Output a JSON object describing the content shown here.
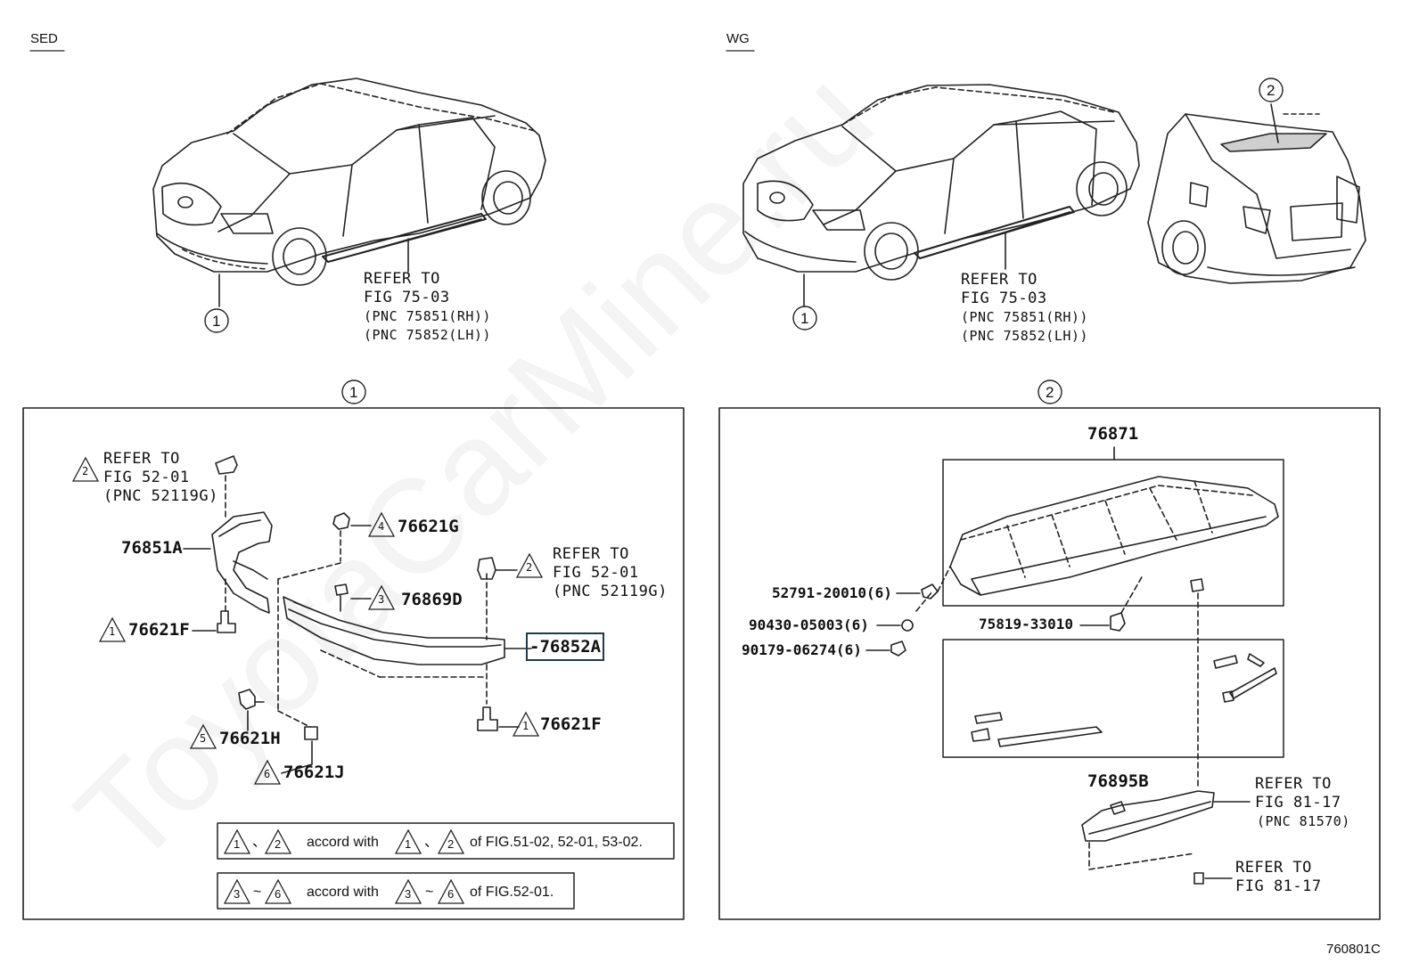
{
  "header": {
    "sed": "SED",
    "wg": "WG"
  },
  "callouts": {
    "one": "1",
    "two": "2"
  },
  "sed_refer": {
    "line1": "REFER TO",
    "line2": "FIG 75-03",
    "line3": "(PNC 75851(RH))",
    "line4": "(PNC 75852(LH))"
  },
  "wg_refer": {
    "line1": "REFER TO",
    "line2": "FIG 75-03",
    "line3": "(PNC 75851(RH))",
    "line4": "(PNC 75852(LH))"
  },
  "panel1": {
    "refer_a": {
      "line1": "REFER TO",
      "line2": "FIG 52-01",
      "line3": "(PNC 52119G)",
      "mark": "2"
    },
    "refer_b": {
      "line1": "REFER TO",
      "line2": "FIG 52-01",
      "line3": "(PNC 52119G)",
      "mark": "2"
    },
    "parts": {
      "p76851A": "76851A",
      "p76621G": "76621G",
      "p76869D": "76869D",
      "p76621F_left": "76621F",
      "p76852A": "-76852A",
      "p76621F_right": "76621F",
      "p76621H": "76621H",
      "p76621J": "76621J"
    },
    "marks": {
      "m4": "4",
      "m3": "3",
      "m1a": "1",
      "m1b": "1",
      "m5": "5",
      "m6": "6"
    },
    "legend1": {
      "a": "1",
      "sep1": "、",
      "b": "2",
      "text": "accord with",
      "c": "1",
      "sep2": "、",
      "d": "2",
      "tail": "of FIG.51-02, 52-01, 53-02."
    },
    "legend2": {
      "a": "3",
      "sep1": "~",
      "b": "6",
      "text": "accord with",
      "c": "3",
      "sep2": "~",
      "d": "6",
      "tail": "of FIG.52-01."
    }
  },
  "panel2": {
    "parts": {
      "p76871": "76871",
      "p52791": "52791-20010(6)",
      "p90430": "90430-05003(6)",
      "p90179": "90179-06274(6)",
      "p75819": "75819-33010",
      "p76895B": "76895B"
    },
    "refer_c": {
      "line1": "REFER TO",
      "line2": "FIG 81-17",
      "line3": "(PNC 81570)"
    },
    "refer_d": {
      "line1": "REFER TO",
      "line2": "FIG 81-17"
    }
  },
  "footer": {
    "code": "760801C"
  },
  "watermark": "ToyotaCarMine.ru"
}
